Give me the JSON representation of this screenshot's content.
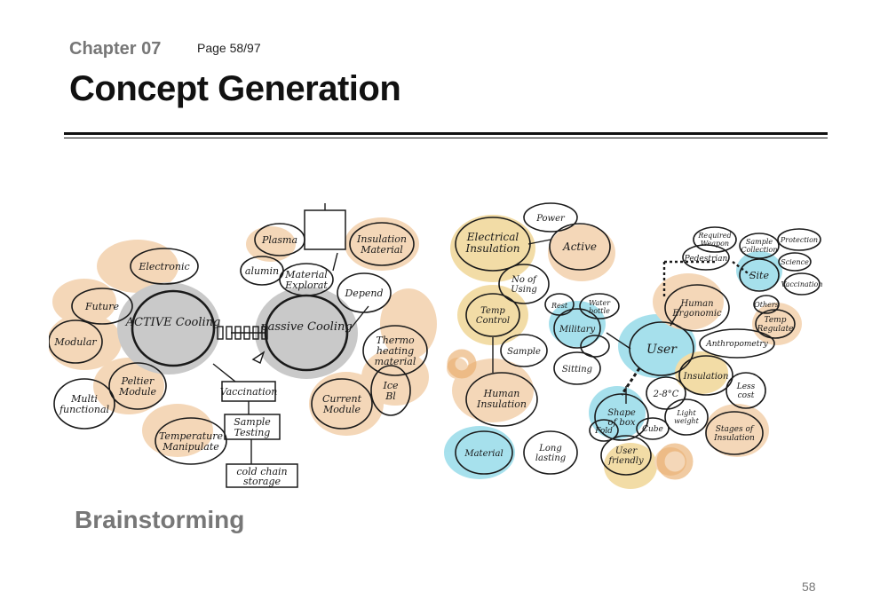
{
  "header": {
    "chapter": "Chapter 07",
    "page_indicator": "Page 58/97",
    "title": "Concept Generation"
  },
  "sketch": {
    "left_cluster": {
      "active_cooling": "ACTIVE Cooling",
      "passive_cooling": "passive Cooling",
      "nodes": [
        "Future",
        "Modular",
        "Multi functional",
        "Peltier Module",
        "Electronic",
        "Temperature Manipulate",
        "Plasma",
        "alumin",
        "Material Explorat",
        "Insulation Material",
        "Depend",
        "Thermo heating material",
        "Current Module",
        "Ice Bl",
        "Vaccination",
        "Sample Testing",
        "Cold chain storage"
      ]
    },
    "right_cluster": {
      "user": "User",
      "nodes": [
        "Electrical Insulation",
        "Power",
        "Active",
        "No of Using",
        "Temp Control",
        "Sample",
        "Human Insulation",
        "Material",
        "Long lasting",
        "Military",
        "Rest",
        "Water bottle",
        "Sitting",
        "Human Ergonomic",
        "Anthropometry",
        "Insulation",
        "2-8°C",
        "Shape of box",
        "Cube",
        "Fold",
        "User friendly",
        "Stages of Insulation",
        "Less cost",
        "Light weight",
        "Pedestrian",
        "Site",
        "Temp Regulate",
        "Required Weapon",
        "Sample Collection",
        "Protection",
        "Science",
        "Vaccination",
        "Others"
      ]
    }
  },
  "caption": "Brainstorming",
  "folio": "58",
  "colors": {
    "orange": "#e8a864",
    "yellow": "#e3b33c",
    "cyan": "#3cbcd6",
    "gray": "#8a8a8a",
    "ink": "#1a1a1a"
  }
}
